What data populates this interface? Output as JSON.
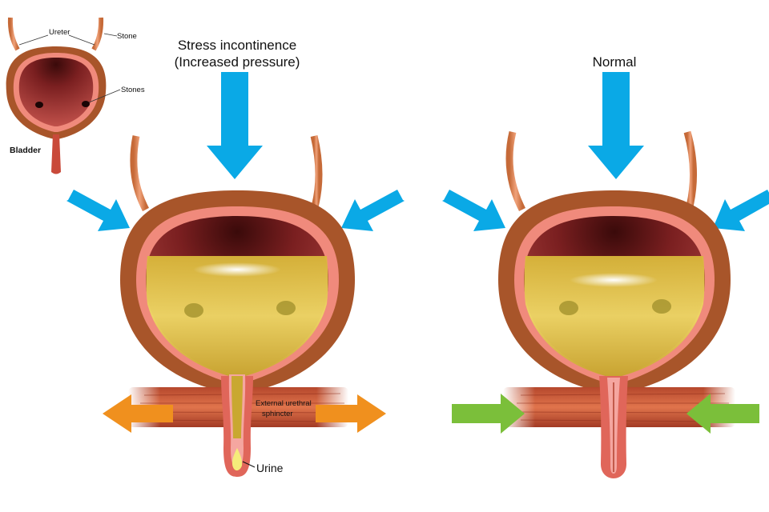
{
  "titles": {
    "stress_line1": "Stress incontinence",
    "stress_line2": "(Increased pressure)",
    "normal": "Normal"
  },
  "inset": {
    "ureter_label": "Ureter",
    "stone_label": "Stone",
    "stones_label": "Stones",
    "bladder_label": "Bladder"
  },
  "stress_diagram": {
    "sphincter_label_line1": "External urethral",
    "sphincter_label_line2": "sphincter",
    "urine_label": "Urine"
  },
  "colors": {
    "pressure_arrow": "#0aa9e6",
    "open_arrow": "#f0901e",
    "close_arrow": "#7bbf3a",
    "bladder_wall": "#a8552a",
    "mucosa": "#f08a7c",
    "urine": "#e8d25a"
  }
}
